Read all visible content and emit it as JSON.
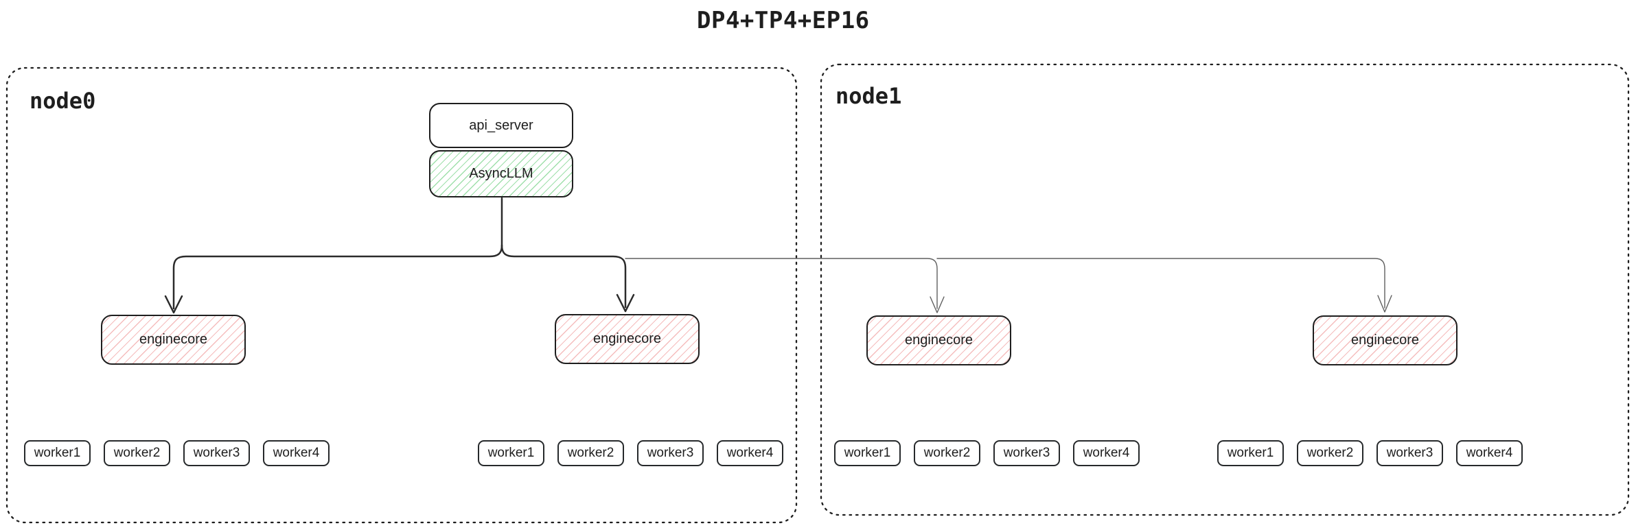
{
  "title": "DP4+TP4+EP16",
  "colors": {
    "ink": "#1e1e1e",
    "green_hatch": "#40c057",
    "red_hatch": "#e03131",
    "thin_line": "#5f5f5f"
  },
  "nodes": [
    {
      "label": "node0",
      "api_server": "api_server",
      "async_llm": "AsyncLLM",
      "groups": [
        {
          "engine": "enginecore",
          "workers": [
            "worker1",
            "worker2",
            "worker3",
            "worker4"
          ]
        },
        {
          "engine": "enginecore",
          "workers": [
            "worker1",
            "worker2",
            "worker3",
            "worker4"
          ]
        }
      ]
    },
    {
      "label": "node1",
      "groups": [
        {
          "engine": "enginecore",
          "workers": [
            "worker1",
            "worker2",
            "worker3",
            "worker4"
          ]
        },
        {
          "engine": "enginecore",
          "workers": [
            "worker1",
            "worker2",
            "worker3",
            "worker4"
          ]
        }
      ]
    }
  ],
  "edges": [
    {
      "from": "AsyncLLM",
      "to": "node0 enginecore 1",
      "style": "thick-arrow"
    },
    {
      "from": "AsyncLLM",
      "to": "node0 enginecore 2",
      "style": "thick-arrow"
    },
    {
      "from": "AsyncLLM",
      "to": "node1 enginecore 1",
      "style": "thin-arrow"
    },
    {
      "from": "AsyncLLM",
      "to": "node1 enginecore 2",
      "style": "thin-arrow"
    }
  ]
}
